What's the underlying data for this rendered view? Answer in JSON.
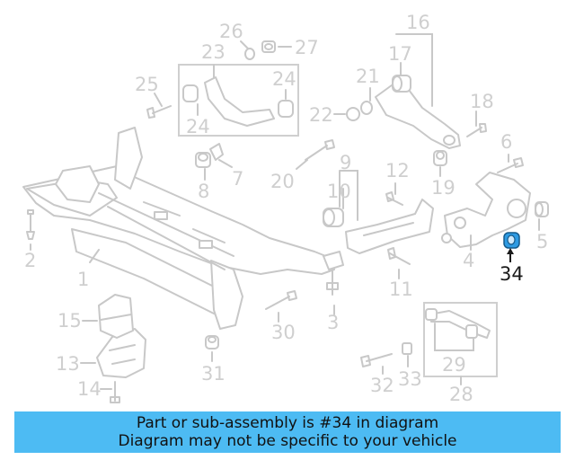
{
  "callouts": {
    "n1": "1",
    "n2": "2",
    "n3": "3",
    "n4": "4",
    "n5": "5",
    "n6": "6",
    "n7": "7",
    "n8": "8",
    "n9": "9",
    "n10": "10",
    "n11": "11",
    "n12": "12",
    "n13": "13",
    "n14": "14",
    "n15": "15",
    "n16": "16",
    "n17": "17",
    "n18": "18",
    "n19": "19",
    "n20": "20",
    "n21": "21",
    "n22": "22",
    "n23": "23",
    "n24a": "24",
    "n24b": "24",
    "n25": "25",
    "n26": "26",
    "n27": "27",
    "n28": "28",
    "n29": "29",
    "n30": "30",
    "n31": "31",
    "n32": "32",
    "n33": "33",
    "n34": "34"
  },
  "highlighted_part": "34",
  "colors": {
    "highlight": "#2e9be3",
    "banner": "#4dbbf3",
    "parts": "#c8c8c8"
  },
  "banner": {
    "line1": "Part or sub-assembly is #34 in diagram",
    "line2": "Diagram may not be specific to your vehicle"
  }
}
